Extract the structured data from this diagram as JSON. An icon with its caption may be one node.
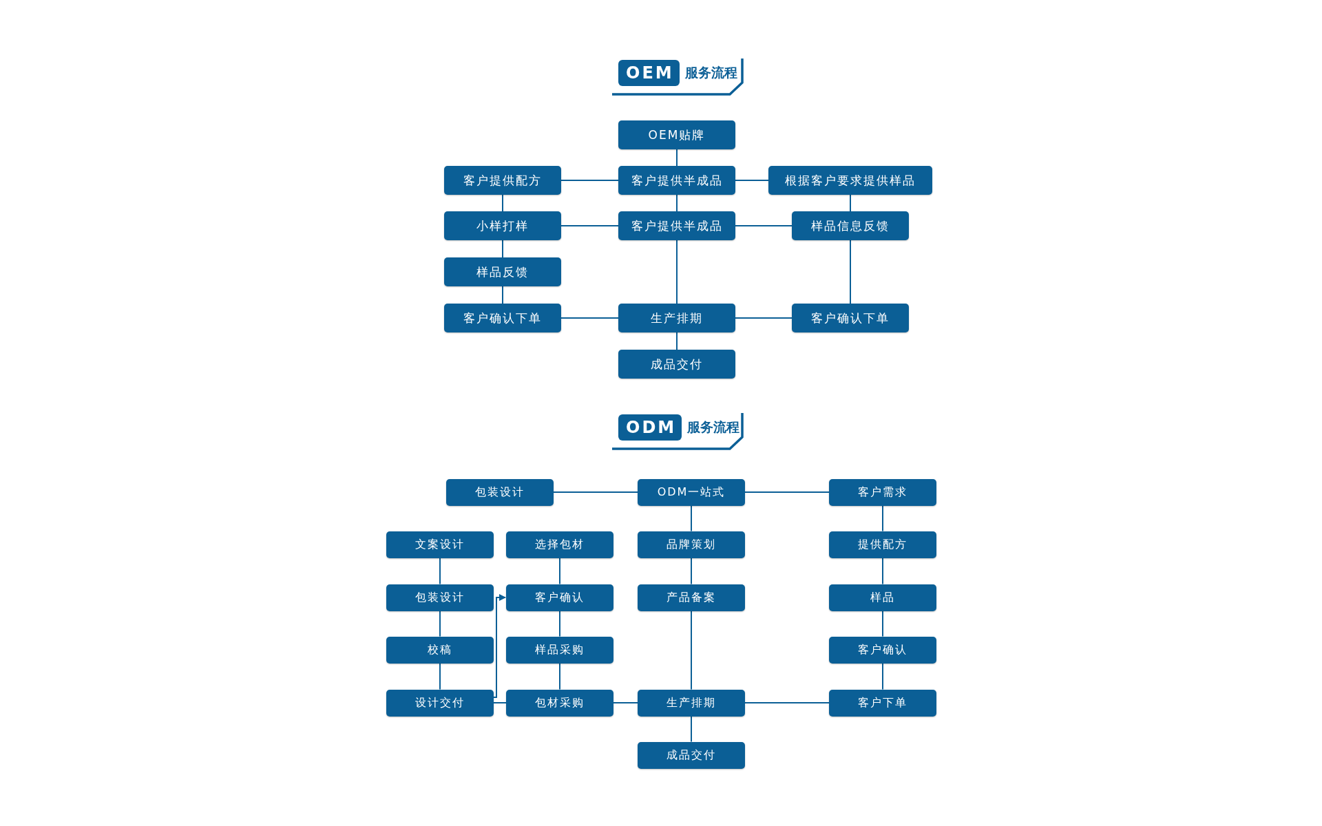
{
  "diagram": {
    "nodes": [
      {
        "text": [
          "OEM贴牌"
        ]
      },
      {
        "text": [
          "客户提供配方"
        ]
      },
      {
        "text": [
          "客户提供半成品"
        ]
      },
      {
        "text": [
          "根据客户要求提供样品"
        ]
      },
      {
        "text": [
          "小样打样"
        ]
      },
      {
        "text": [
          "客户提供半成品"
        ]
      },
      {
        "text": [
          "样品信息反馈"
        ]
      },
      {
        "text": [
          "样品反馈"
        ]
      },
      {
        "text": [
          "客户确认下单"
        ]
      },
      {
        "text": [
          "生产排期"
        ]
      },
      {
        "text": [
          "客户确认下单"
        ]
      },
      {
        "text": [
          "成品交付"
        ]
      },
      {
        "text": [
          "包装设计"
        ]
      },
      {
        "text": [
          "ODM一站式"
        ]
      },
      {
        "text": [
          "客户需求"
        ]
      },
      {
        "text": [
          "文案设计"
        ]
      },
      {
        "text": [
          "选择包材"
        ]
      },
      {
        "text": [
          "品牌策划"
        ]
      },
      {
        "text": [
          "提供配方"
        ]
      },
      {
        "text": [
          "包装设计"
        ]
      },
      {
        "text": [
          "客户确认"
        ]
      },
      {
        "text": [
          "产品备案"
        ]
      },
      {
        "text": [
          "样品"
        ]
      },
      {
        "text": [
          "校稿"
        ]
      },
      {
        "text": [
          "样品采购"
        ]
      },
      {
        "text": [
          "客户确认"
        ]
      },
      {
        "text": [
          "设计交付"
        ]
      },
      {
        "text": [
          "包材采购"
        ]
      },
      {
        "text": [
          "生产排期"
        ]
      },
      {
        "text": [
          "客户下单"
        ]
      },
      {
        "text": [
          "成品交付"
        ]
      }
    ],
    "edges": [
      {
        "from": 0,
        "to": 2,
        "arrow": "none"
      },
      {
        "from": 1,
        "to": 2,
        "arrow": "none"
      },
      {
        "from": 2,
        "to": 3,
        "arrow": "none"
      },
      {
        "from": 2,
        "to": 5,
        "arrow": "none"
      },
      {
        "from": 1,
        "to": 4,
        "arrow": "none"
      },
      {
        "from": 4,
        "to": 5,
        "arrow": "none"
      },
      {
        "from": 5,
        "to": 6,
        "arrow": "none"
      },
      {
        "from": 3,
        "to": 6,
        "arrow": "none"
      },
      {
        "from": 4,
        "to": 7,
        "arrow": "none"
      },
      {
        "from": 7,
        "to": 8,
        "arrow": "none"
      },
      {
        "from": 5,
        "to": 9,
        "arrow": "none"
      },
      {
        "from": 6,
        "to": 10,
        "arrow": "none"
      },
      {
        "from": 8,
        "to": 9,
        "arrow": "none"
      },
      {
        "from": 9,
        "to": 10,
        "arrow": "none"
      },
      {
        "from": 9,
        "to": 11,
        "arrow": "none"
      },
      {
        "from": 12,
        "to": 13,
        "arrow": "none"
      },
      {
        "from": 13,
        "to": 14,
        "arrow": "none"
      },
      {
        "from": 13,
        "to": 17,
        "arrow": "none"
      },
      {
        "from": 17,
        "to": 21,
        "arrow": "none"
      },
      {
        "from": 21,
        "to": 28,
        "arrow": "none"
      },
      {
        "from": 14,
        "to": 18,
        "arrow": "none"
      },
      {
        "from": 18,
        "to": 22,
        "arrow": "none"
      },
      {
        "from": 22,
        "to": 25,
        "arrow": "none"
      },
      {
        "from": 25,
        "to": 29,
        "arrow": "none"
      },
      {
        "from": 15,
        "to": 19,
        "arrow": "none"
      },
      {
        "from": 19,
        "to": 23,
        "arrow": "none"
      },
      {
        "from": 23,
        "to": 26,
        "arrow": "none"
      },
      {
        "from": 16,
        "to": 20,
        "arrow": "none"
      },
      {
        "from": 20,
        "to": 24,
        "arrow": "none"
      },
      {
        "from": 24,
        "to": 27,
        "arrow": "none"
      },
      {
        "from": 26,
        "to": 20,
        "arrow": "to"
      },
      {
        "from": 26,
        "to": 27,
        "arrow": "none"
      },
      {
        "from": 27,
        "to": 28,
        "arrow": "none"
      },
      {
        "from": 28,
        "to": 29,
        "arrow": "none"
      },
      {
        "from": 28,
        "to": 30,
        "arrow": "none"
      }
    ],
    "labels": [
      "OEM",
      "服务流程",
      "ODM",
      "服务流程"
    ]
  }
}
